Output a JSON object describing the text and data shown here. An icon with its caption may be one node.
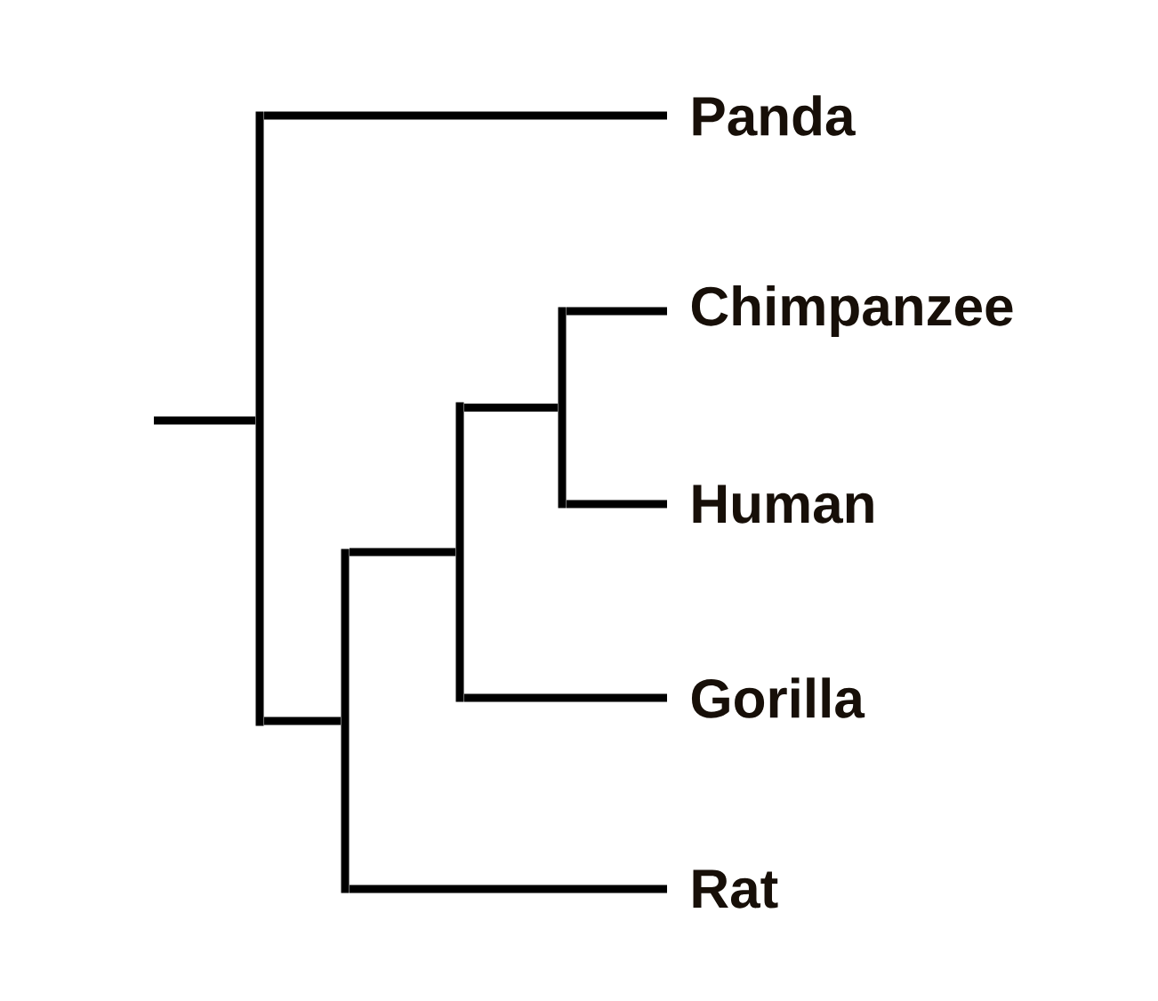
{
  "diagram": {
    "nodes": [
      {
        "text": [
          "Panda"
        ]
      },
      {
        "text": [
          "Chimpanzee"
        ]
      },
      {
        "text": [
          "Human"
        ]
      },
      {
        "text": [
          "Gorilla"
        ]
      },
      {
        "text": [
          "Rat"
        ]
      },
      {
        "text": [],
        "shape": "bar"
      },
      {
        "text": [],
        "shape": "bar"
      },
      {
        "text": [],
        "shape": "bar"
      },
      {
        "text": [],
        "shape": "bar"
      }
    ],
    "edges": [
      {
        "from": null,
        "to": 5,
        "arrow": "none"
      },
      {
        "from": 5,
        "to": 0,
        "arrow": "none"
      },
      {
        "from": 5,
        "to": 6,
        "arrow": "none"
      },
      {
        "from": 6,
        "to": 7,
        "arrow": "none"
      },
      {
        "from": 7,
        "to": 8,
        "arrow": "none"
      },
      {
        "from": 8,
        "to": 1,
        "arrow": "none"
      },
      {
        "from": 8,
        "to": 2,
        "arrow": "none"
      },
      {
        "from": 7,
        "to": 3,
        "arrow": "none"
      },
      {
        "from": 6,
        "to": 4,
        "arrow": "none"
      }
    ]
  }
}
